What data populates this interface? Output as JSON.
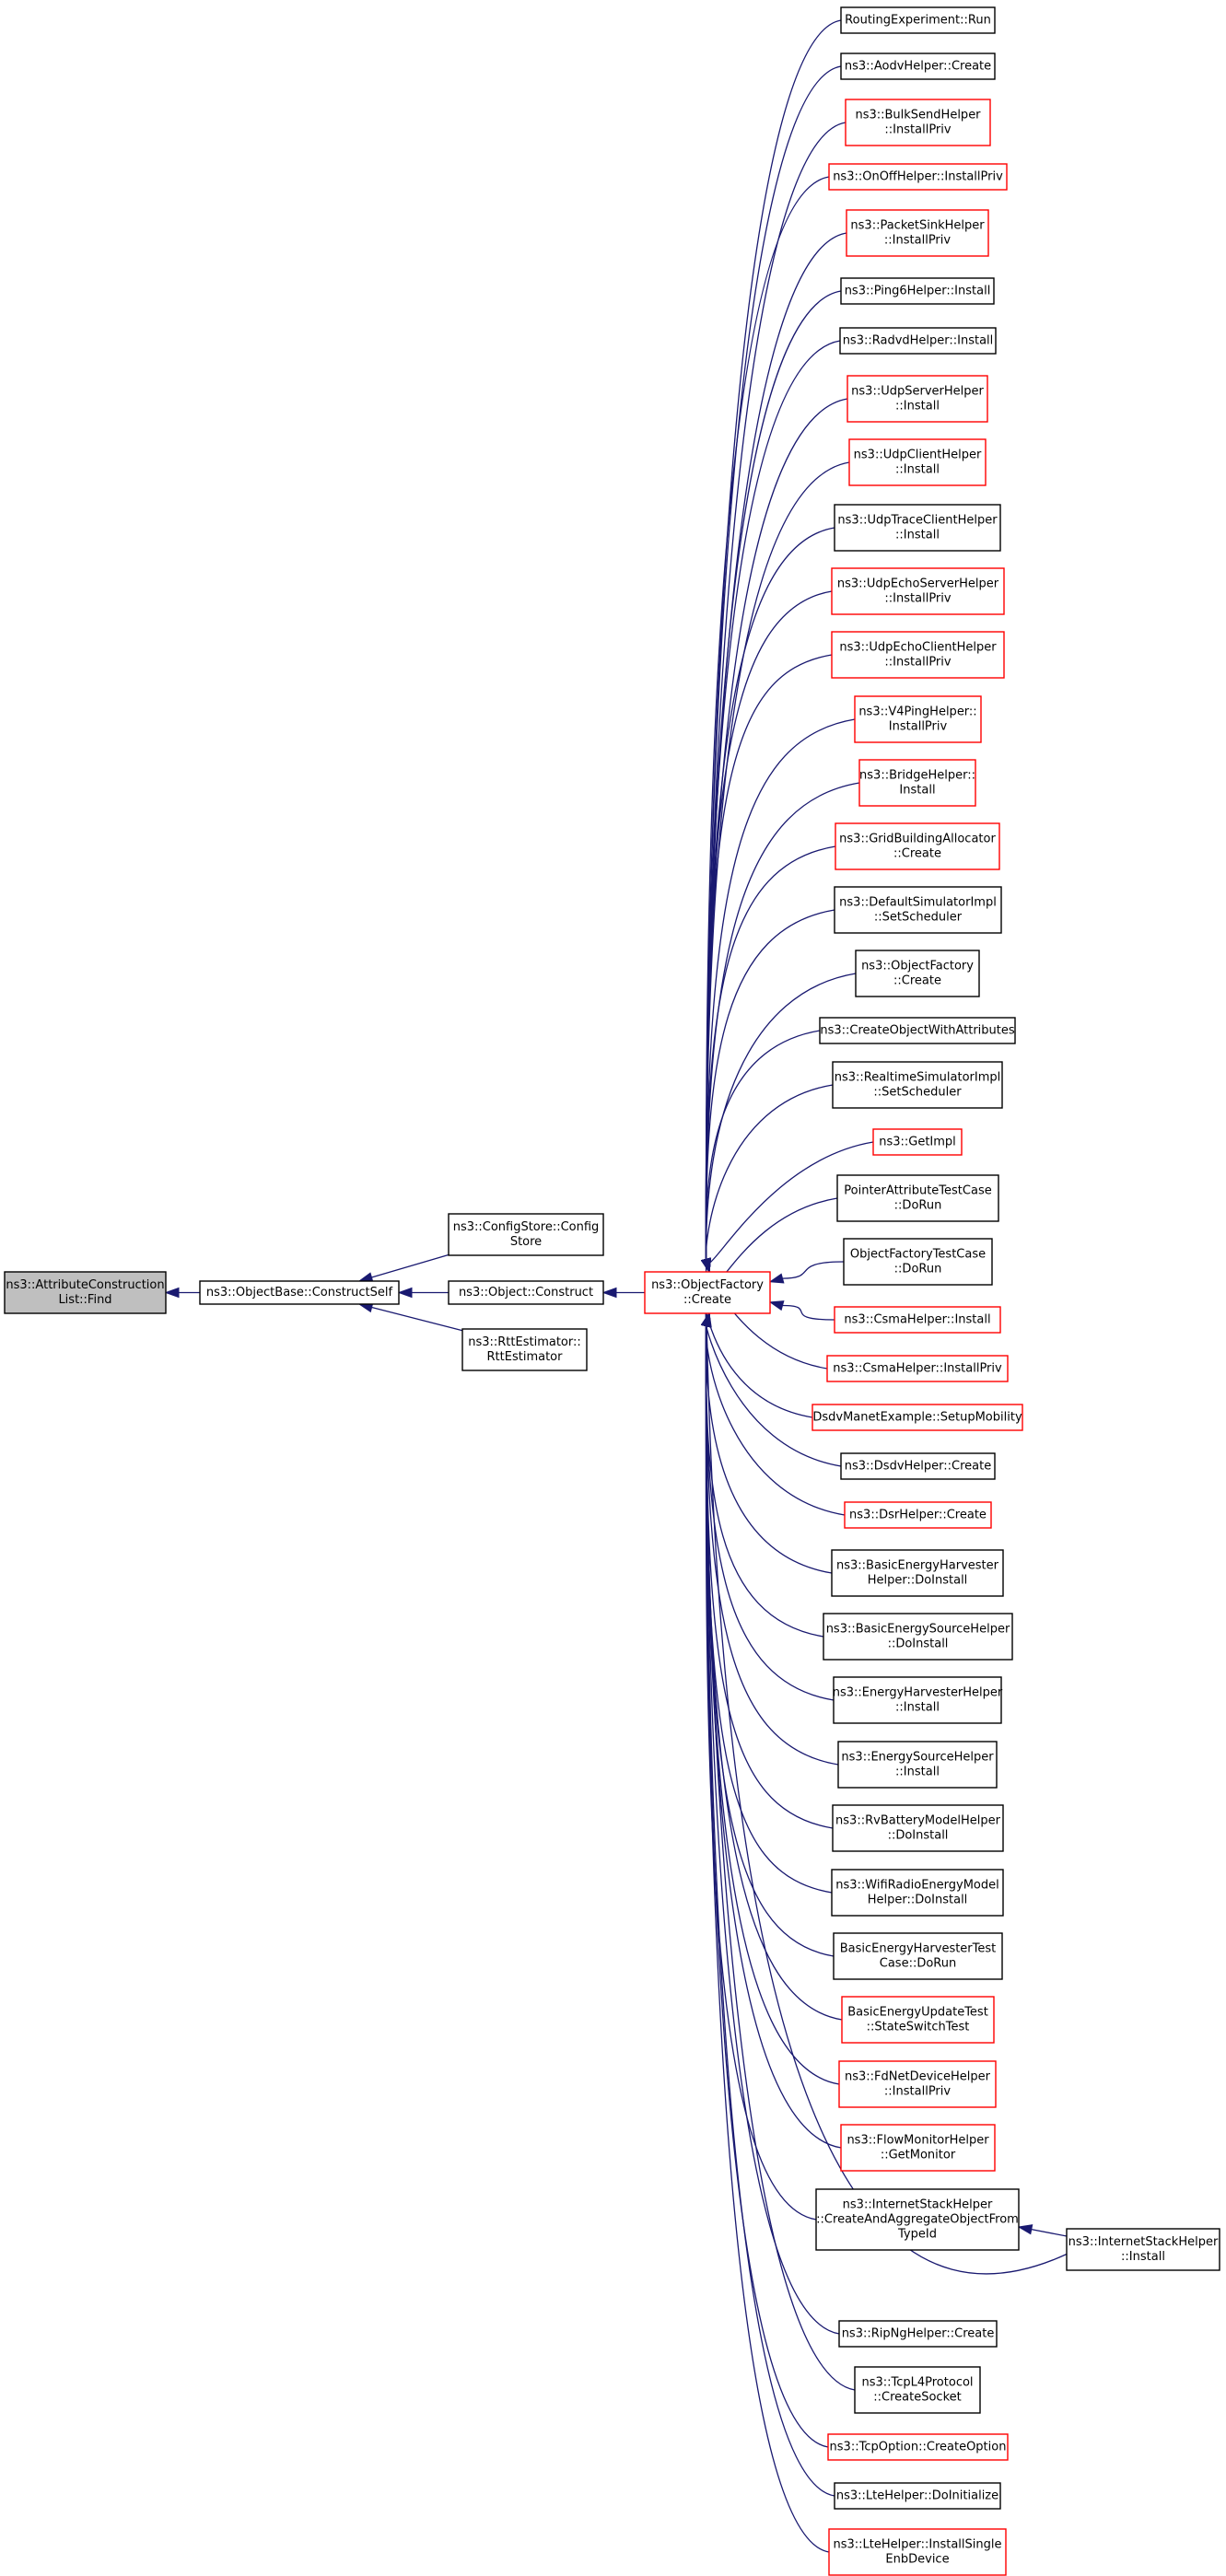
{
  "colors": {
    "edge": "#191970",
    "red_border": "#ff0000",
    "black_border": "#000000",
    "root_fill": "#bfbfbf",
    "node_fill": "#ffffff"
  },
  "nodes": {
    "root": {
      "lines": [
        "ns3::AttributeConstruction",
        "List::Find"
      ],
      "border": "black",
      "root": true
    },
    "cself": {
      "lines": [
        "ns3::ObjectBase::ConstructSelf"
      ],
      "border": "black"
    },
    "cfgstore": {
      "lines": [
        "ns3::ConfigStore::Config",
        "Store"
      ],
      "border": "black"
    },
    "objconstruct": {
      "lines": [
        "ns3::Object::Construct"
      ],
      "border": "black"
    },
    "rtt": {
      "lines": [
        "ns3::RttEstimator::",
        "RttEstimator"
      ],
      "border": "black"
    },
    "ofcreate": {
      "lines": [
        "ns3::ObjectFactory",
        "::Create"
      ],
      "border": "red"
    },
    "c1": {
      "lines": [
        "RoutingExperiment::Run"
      ],
      "border": "black"
    },
    "c2": {
      "lines": [
        "ns3::AodvHelper::Create"
      ],
      "border": "black"
    },
    "c3": {
      "lines": [
        "ns3::BulkSendHelper",
        "::InstallPriv"
      ],
      "border": "red"
    },
    "c4": {
      "lines": [
        "ns3::OnOffHelper::InstallPriv"
      ],
      "border": "red"
    },
    "c5": {
      "lines": [
        "ns3::PacketSinkHelper",
        "::InstallPriv"
      ],
      "border": "red"
    },
    "c6": {
      "lines": [
        "ns3::Ping6Helper::Install"
      ],
      "border": "black"
    },
    "c7": {
      "lines": [
        "ns3::RadvdHelper::Install"
      ],
      "border": "black"
    },
    "c8": {
      "lines": [
        "ns3::UdpServerHelper",
        "::Install"
      ],
      "border": "red"
    },
    "c9": {
      "lines": [
        "ns3::UdpClientHelper",
        "::Install"
      ],
      "border": "red"
    },
    "c10": {
      "lines": [
        "ns3::UdpTraceClientHelper",
        "::Install"
      ],
      "border": "black"
    },
    "c11": {
      "lines": [
        "ns3::UdpEchoServerHelper",
        "::InstallPriv"
      ],
      "border": "red"
    },
    "c12": {
      "lines": [
        "ns3::UdpEchoClientHelper",
        "::InstallPriv"
      ],
      "border": "red"
    },
    "c13": {
      "lines": [
        "ns3::V4PingHelper::",
        "InstallPriv"
      ],
      "border": "red"
    },
    "c14": {
      "lines": [
        "ns3::BridgeHelper::",
        "Install"
      ],
      "border": "red"
    },
    "c15": {
      "lines": [
        "ns3::GridBuildingAllocator",
        "::Create"
      ],
      "border": "red"
    },
    "c16": {
      "lines": [
        "ns3::DefaultSimulatorImpl",
        "::SetScheduler"
      ],
      "border": "black"
    },
    "c17": {
      "lines": [
        "ns3::ObjectFactory",
        "::Create"
      ],
      "border": "black"
    },
    "c18": {
      "lines": [
        "ns3::CreateObjectWithAttributes"
      ],
      "border": "black"
    },
    "c19": {
      "lines": [
        "ns3::RealtimeSimulatorImpl",
        "::SetScheduler"
      ],
      "border": "black"
    },
    "c20": {
      "lines": [
        "ns3::GetImpl"
      ],
      "border": "red"
    },
    "c21": {
      "lines": [
        "PointerAttributeTestCase",
        "::DoRun"
      ],
      "border": "black"
    },
    "c22": {
      "lines": [
        "ObjectFactoryTestCase",
        "::DoRun"
      ],
      "border": "black"
    },
    "c23": {
      "lines": [
        "ns3::CsmaHelper::Install"
      ],
      "border": "red"
    },
    "c24": {
      "lines": [
        "ns3::CsmaHelper::InstallPriv"
      ],
      "border": "red"
    },
    "c25": {
      "lines": [
        "DsdvManetExample::SetupMobility"
      ],
      "border": "red"
    },
    "c26": {
      "lines": [
        "ns3::DsdvHelper::Create"
      ],
      "border": "black"
    },
    "c27": {
      "lines": [
        "ns3::DsrHelper::Create"
      ],
      "border": "red"
    },
    "c28": {
      "lines": [
        "ns3::BasicEnergyHarvester",
        "Helper::DoInstall"
      ],
      "border": "black"
    },
    "c29": {
      "lines": [
        "ns3::BasicEnergySourceHelper",
        "::DoInstall"
      ],
      "border": "black"
    },
    "c30": {
      "lines": [
        "ns3::EnergyHarvesterHelper",
        "::Install"
      ],
      "border": "black"
    },
    "c31": {
      "lines": [
        "ns3::EnergySourceHelper",
        "::Install"
      ],
      "border": "black"
    },
    "c32": {
      "lines": [
        "ns3::RvBatteryModelHelper",
        "::DoInstall"
      ],
      "border": "black"
    },
    "c33": {
      "lines": [
        "ns3::WifiRadioEnergyModel",
        "Helper::DoInstall"
      ],
      "border": "black"
    },
    "c34": {
      "lines": [
        "BasicEnergyHarvesterTest",
        "Case::DoRun"
      ],
      "border": "black"
    },
    "c35": {
      "lines": [
        "BasicEnergyUpdateTest",
        "::StateSwitchTest"
      ],
      "border": "red"
    },
    "c36": {
      "lines": [
        "ns3::FdNetDeviceHelper",
        "::InstallPriv"
      ],
      "border": "red"
    },
    "c37": {
      "lines": [
        "ns3::FlowMonitorHelper",
        "::GetMonitor"
      ],
      "border": "red"
    },
    "c38": {
      "lines": [
        "ns3::InternetStackHelper",
        "::CreateAndAggregateObjectFrom",
        "TypeId"
      ],
      "border": "black"
    },
    "c39": {
      "lines": [
        "ns3::RipNgHelper::Create"
      ],
      "border": "black"
    },
    "c40": {
      "lines": [
        "ns3::TcpL4Protocol",
        "::CreateSocket"
      ],
      "border": "black"
    },
    "c41": {
      "lines": [
        "ns3::TcpOption::CreateOption"
      ],
      "border": "red"
    },
    "c42": {
      "lines": [
        "ns3::LteHelper::DoInitialize"
      ],
      "border": "black"
    },
    "c43": {
      "lines": [
        "ns3::LteHelper::InstallSingle",
        "EnbDevice"
      ],
      "border": "red"
    },
    "ishinstall": {
      "lines": [
        "ns3::InternetStackHelper",
        "::Install"
      ],
      "border": "black"
    }
  }
}
